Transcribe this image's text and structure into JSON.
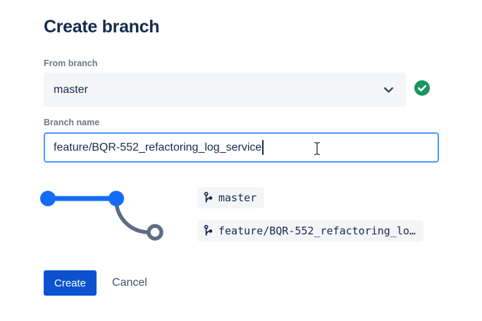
{
  "window": {
    "title": "Create branch"
  },
  "form": {
    "from_branch": {
      "label": "From branch",
      "value": "master"
    },
    "branch_name": {
      "label": "Branch name",
      "value": "feature/BQR-552_refactoring_log_service"
    }
  },
  "diagram": {
    "branches": [
      {
        "label": "master"
      },
      {
        "label": "feature/BQR-552_refactoring_lo…"
      }
    ]
  },
  "actions": {
    "create_label": "Create",
    "cancel_label": "Cancel"
  },
  "colors": {
    "heading_text": "#172B4D",
    "label_text": "#6B778C",
    "field_background": "#F4F5F7",
    "focus_border_blue": "#4C9AFF",
    "success_green": "#1B9562",
    "graph_blue": "#146BF6",
    "graph_gray": "#5E6C84",
    "primary_button_blue": "#0C52CE",
    "cancel_text": "#42526E"
  },
  "icons": {
    "select_chevron": "chevron-down",
    "validation": "check-circle",
    "chip": "git-branch",
    "pointer": "text-cursor"
  }
}
